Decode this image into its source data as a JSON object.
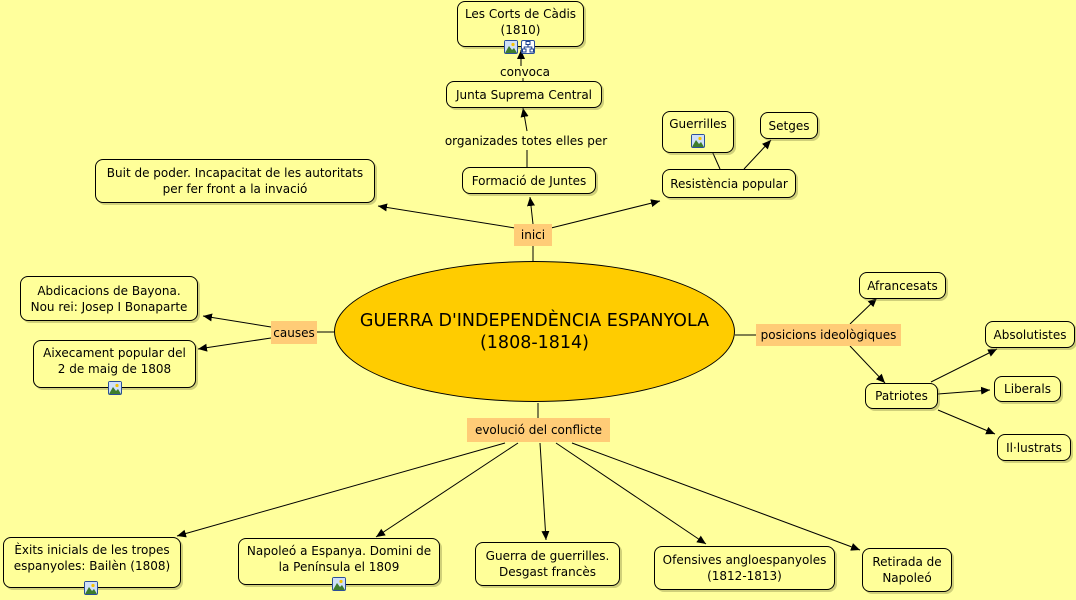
{
  "main_topic": {
    "title": "GUERRA D'INDEPENDÈNCIA ESPANYOLA",
    "subtitle": "(1808-1814)"
  },
  "link_labels": {
    "inici": "inici",
    "causes": "causes",
    "posicions": "posicions ideològiques",
    "evolucio": "evolució del conflicte",
    "organitzades": "organizades totes elles per",
    "convoca": "convoca"
  },
  "nodes": {
    "corts_cadis": "Les Corts de Càdis\n(1810)",
    "junta_suprema": "Junta Suprema Central",
    "formacio_juntes": "Formació de Juntes",
    "buit_poder": "Buit de poder. Incapacitat de les autoritats\nper fer front a la invació",
    "guerrilles": "Guerrilles",
    "setges": "Setges",
    "resistencia": "Resistència popular",
    "abdicacions": "Abdicacions de Bayona.\nNou rei: Josep I Bonaparte",
    "aixecament": "Aixecament popular del\n2 de maig de 1808",
    "afrancesats": "Afrancesats",
    "absolutistes": "Absolutistes",
    "patriotes": "Patriotes",
    "liberals": "Liberals",
    "illustrats": "Il·lustrats",
    "exits": "Èxits inicials de les tropes\nespanyoles: Bailèn (1808)",
    "napoleo_espanya": "Napoleó a Espanya. Domini de\nla Península el 1809",
    "guerra_guerrilles": "Guerra de guerrilles.\nDesgast francès",
    "ofensives": "Ofensives angloespanyoles\n(1812-1813)",
    "retirada": "Retirada de\nNapoleó"
  },
  "icons": {
    "image": "image-attachment-icon",
    "concept_map": "concept-map-link-icon"
  },
  "colors": {
    "background": "#ffff9c",
    "node_fill": "#ffff99",
    "main_fill": "#ffcc00",
    "label_fill": "#ffcc77",
    "line": "#000000"
  }
}
